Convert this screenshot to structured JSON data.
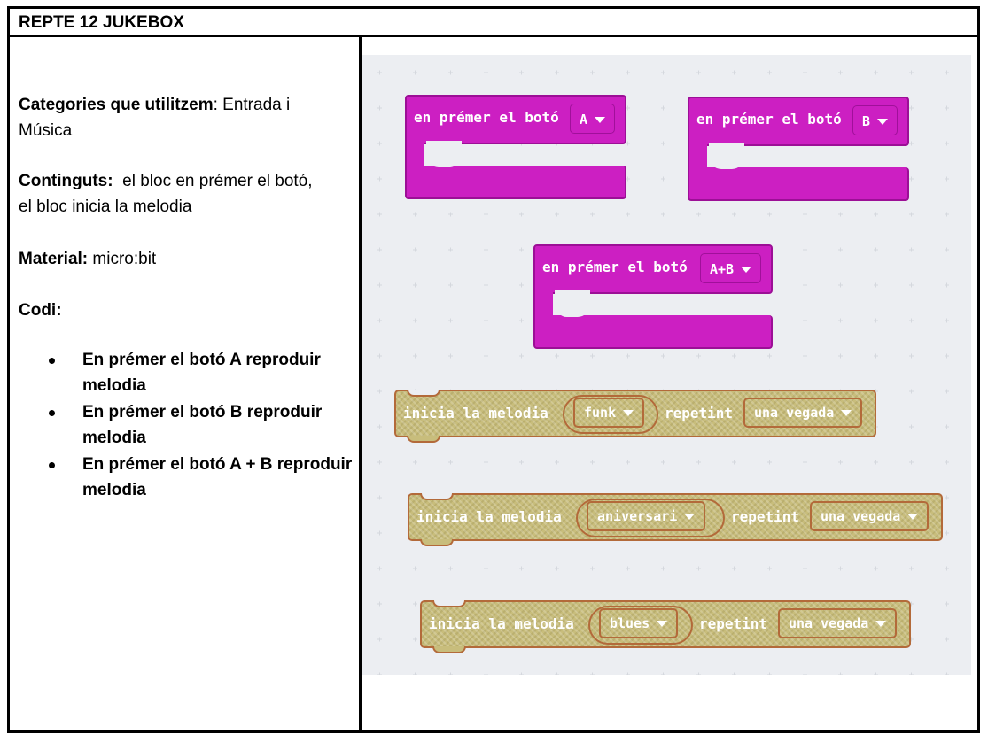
{
  "header": {
    "title": "REPTE 12 JUKEBOX"
  },
  "left": {
    "categories_label": "Categories que utilitzem",
    "categories_value": ": Entrada i Música",
    "continguts_label": "Continguts:",
    "continguts_value": "el bloc en prémer el botó, el bloc inicia la melodia",
    "material_label": "Material:",
    "material_value": "micro:bit",
    "codi_label": "Codi:",
    "bullets": [
      "En prémer el botó A  reproduir melodia",
      "En prémer el botó B reproduir melodia",
      "En prémer el botó A + B reproduir melodia"
    ]
  },
  "workspace": {
    "event_blocks": [
      {
        "label": "en prémer el botó",
        "button": "A"
      },
      {
        "label": "en prémer el botó",
        "button": "B"
      },
      {
        "label": "en prémer el botó",
        "button": "A+B"
      }
    ],
    "melody_blocks": [
      {
        "label": "inicia la melodia",
        "melody": "funk",
        "repeat_label": "repetint",
        "repeat": "una vegada"
      },
      {
        "label": "inicia la melodia",
        "melody": "aniversari",
        "repeat_label": "repetint",
        "repeat": "una vegada"
      },
      {
        "label": "inicia la melodia",
        "melody": "blues",
        "repeat_label": "repetint",
        "repeat": "una vegada"
      }
    ],
    "colors": {
      "event": "#cc1fc2",
      "melody": "#c8bd7c",
      "background": "#eceef2"
    }
  }
}
